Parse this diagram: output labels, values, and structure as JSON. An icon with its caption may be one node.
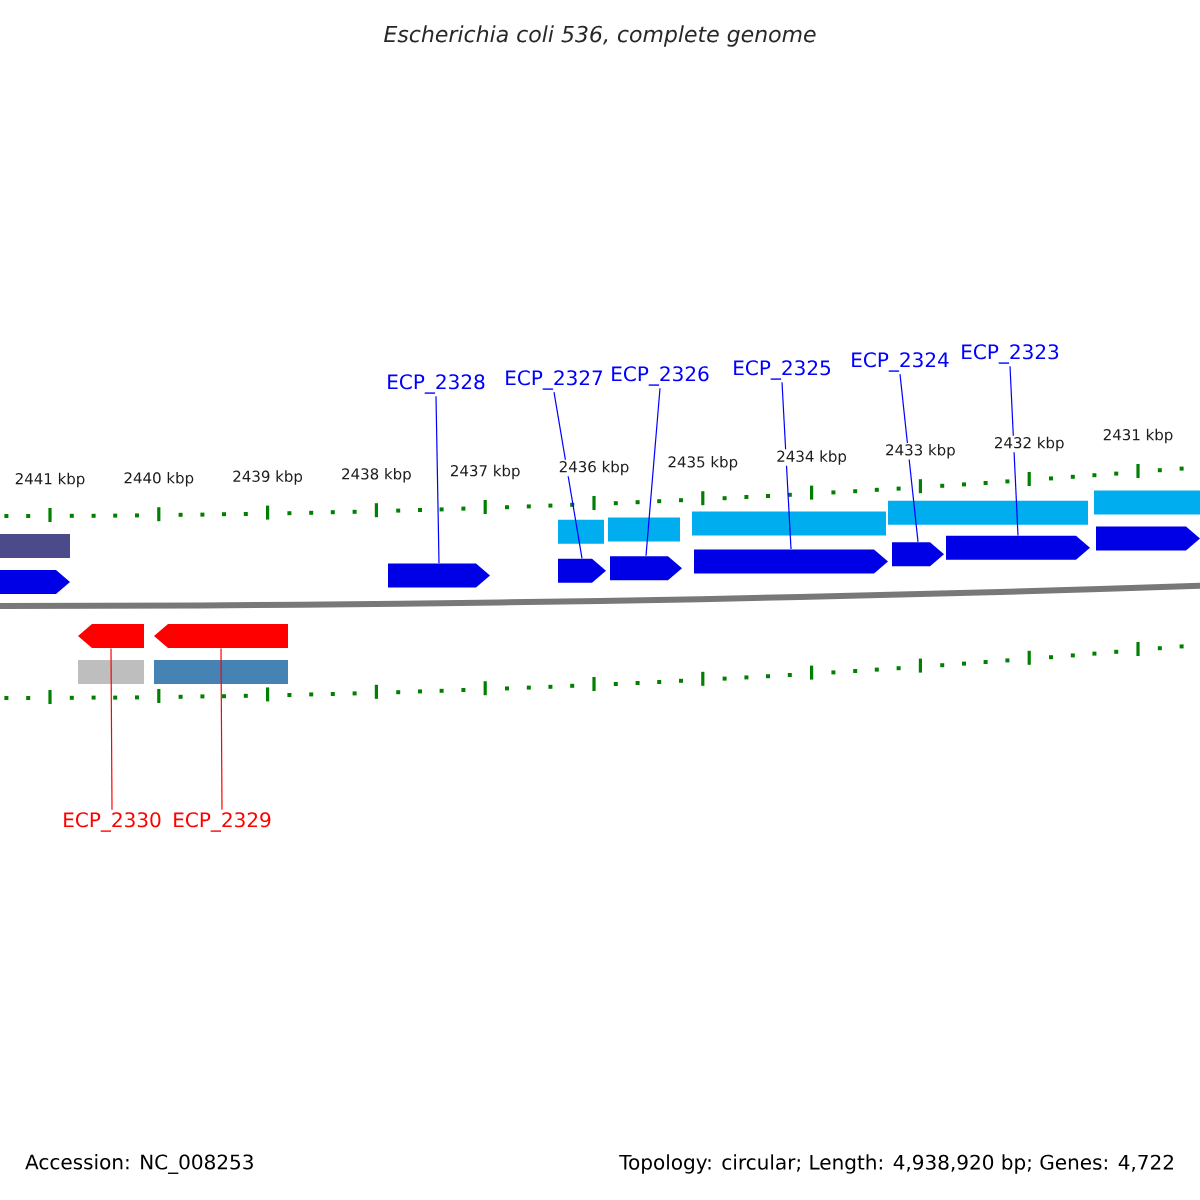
{
  "diagram": {
    "title": "Escherichia coli 536, complete genome",
    "nodes": [
      {
        "text": [
          "ECP_2328"
        ]
      },
      {
        "text": [
          "ECP_2327"
        ]
      },
      {
        "text": [
          "ECP_2326"
        ]
      },
      {
        "text": [
          "ECP_2325"
        ]
      },
      {
        "text": [
          "ECP_2324"
        ]
      },
      {
        "text": [
          "ECP_2323"
        ]
      },
      {
        "text": [
          "ECP_2330"
        ]
      },
      {
        "text": [
          "ECP_2329"
        ]
      },
      {
        "text": [],
        "shape": "arrow"
      },
      {
        "text": [],
        "shape": "arrow"
      },
      {
        "text": [],
        "shape": "arrow"
      },
      {
        "text": [],
        "shape": "arrow"
      },
      {
        "text": [],
        "shape": "arrow"
      },
      {
        "text": [],
        "shape": "arrow"
      },
      {
        "text": [],
        "shape": "arrow"
      },
      {
        "text": [],
        "shape": "arrow"
      },
      {
        "text": [],
        "shape": "arrow"
      },
      {
        "text": [],
        "shape": "arrow"
      }
    ],
    "edges": [
      {
        "from": 0,
        "to": 9,
        "arrow": "none"
      },
      {
        "from": 1,
        "to": 10,
        "arrow": "none"
      },
      {
        "from": 2,
        "to": 11,
        "arrow": "none"
      },
      {
        "from": 3,
        "to": 12,
        "arrow": "none"
      },
      {
        "from": 4,
        "to": 13,
        "arrow": "none"
      },
      {
        "from": 5,
        "to": 14,
        "arrow": "none"
      },
      {
        "from": 6,
        "to": 16,
        "arrow": "none",
        "color": "#ff0000"
      },
      {
        "from": 7,
        "to": 17,
        "arrow": "none",
        "color": "#ff0000"
      }
    ],
    "labels": [
      "2441 kbp",
      "2440 kbp",
      "2439 kbp",
      "2438 kbp",
      "2437 kbp",
      "2436 kbp",
      "2435 kbp",
      "2434 kbp",
      "2433 kbp",
      "2432 kbp",
      "2431 kbp",
      "Accession: NC_008253",
      "Topology: circular; Length: 4,938,920 bp; Genes: 4,722"
    ]
  }
}
